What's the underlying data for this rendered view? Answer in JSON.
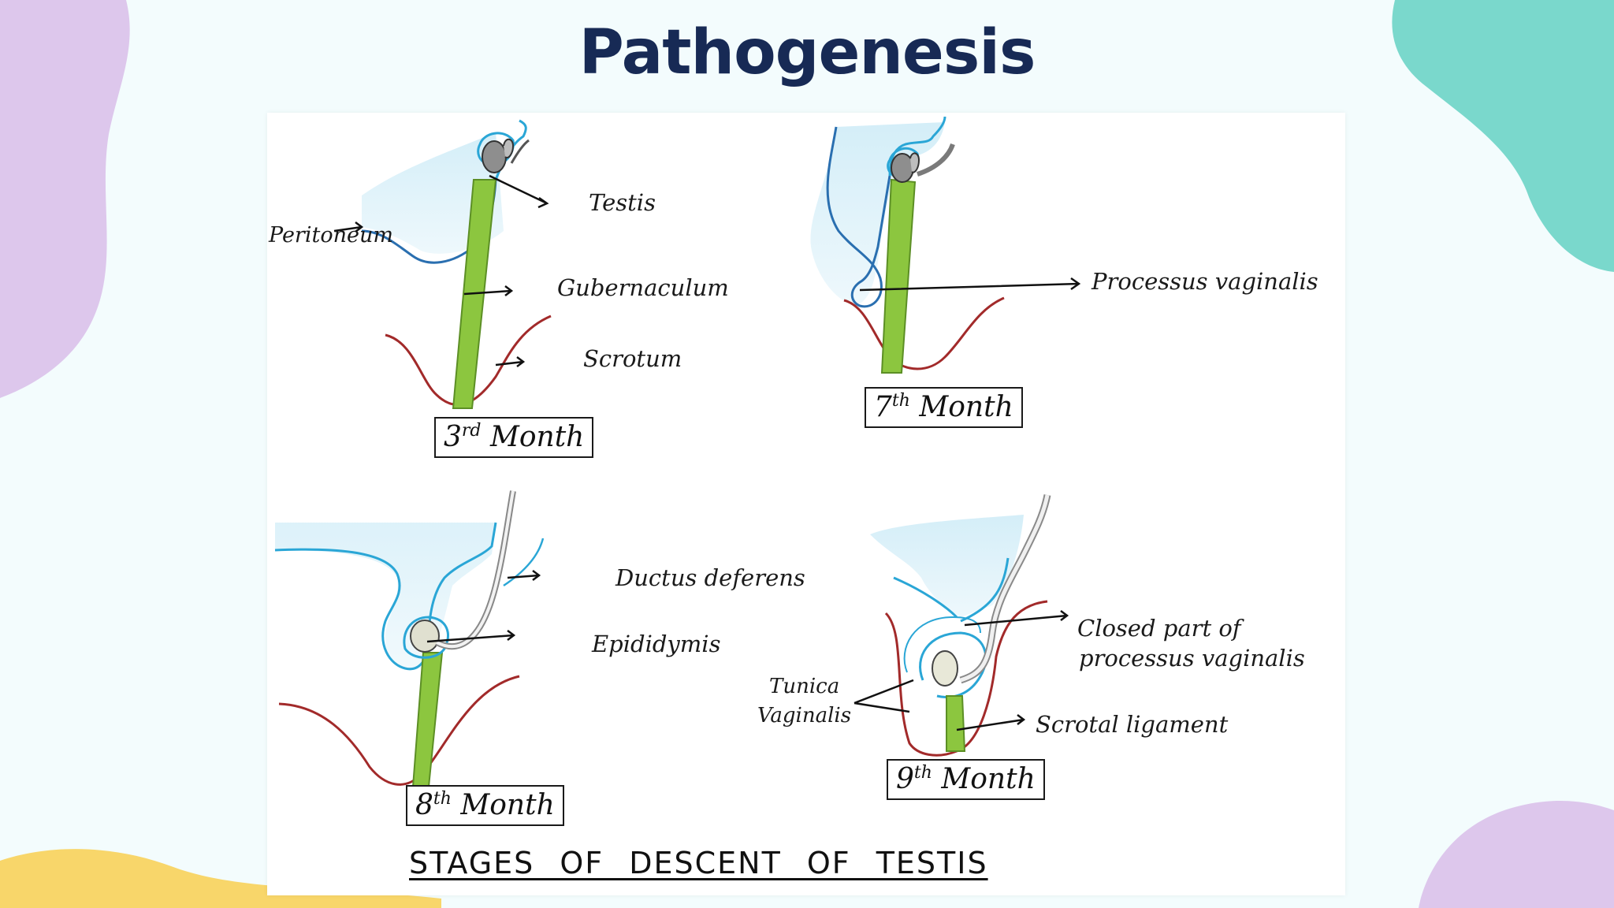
{
  "page": {
    "title": "Pathogenesis",
    "caption": "STAGES OF DESCENT OF TESTIS"
  },
  "colors": {
    "title": "#172a55",
    "peritoneum": "#2aa6d6",
    "gubernaculum": "#8cc63f",
    "scrotum": "#a22a2a",
    "testis": "#8e8e8e",
    "blob_purple": "#ddc7ec",
    "blob_teal": "#7ad8cc",
    "blob_yellow": "#f8d66a"
  },
  "panels": [
    {
      "month_number": "3",
      "month_suffix": "rd",
      "month_word": "Month",
      "labels": {
        "testis": "Testis",
        "peritoneum": "Peritoneum",
        "gubernaculum": "Gubernaculum",
        "scrotum": "Scrotum"
      }
    },
    {
      "month_number": "7",
      "month_suffix": "th",
      "month_word": "Month",
      "labels": {
        "processus_vaginalis": "Processus vaginalis"
      }
    },
    {
      "month_number": "8",
      "month_suffix": "th",
      "month_word": "Month",
      "labels": {
        "ductus_deferens": "Ductus deferens",
        "epididymis": "Epididymis"
      }
    },
    {
      "month_number": "9",
      "month_suffix": "th",
      "month_word": "Month",
      "labels": {
        "closed_part_line1": "Closed part of",
        "closed_part_line2": "processus vaginalis",
        "tunica_line1": "Tunica",
        "tunica_line2": "Vaginalis",
        "scrotal_ligament": "Scrotal ligament"
      }
    }
  ]
}
